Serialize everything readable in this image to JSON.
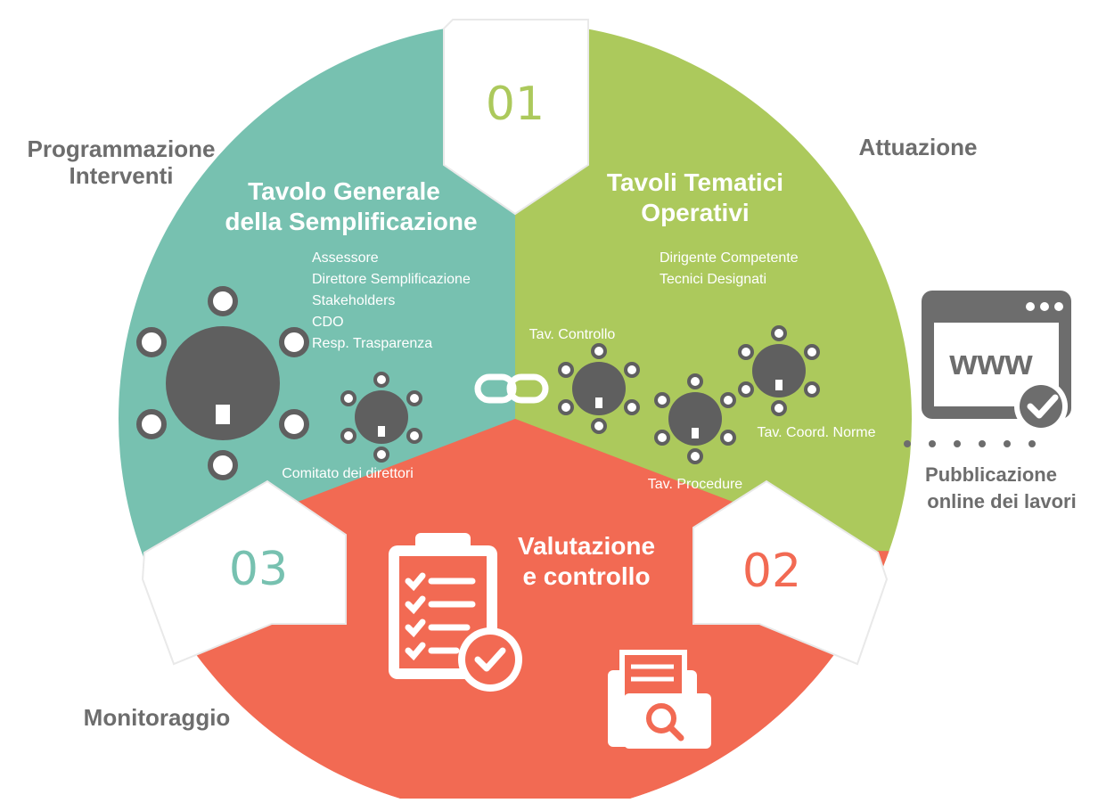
{
  "colors": {
    "teal": "#77c1b0",
    "green": "#acc95c",
    "red": "#f26a53",
    "grey": "#6d6d6d",
    "icon_dark": "#5f5f5f",
    "arrow_fill": "#ffffff"
  },
  "outer_labels": {
    "programmazione_line1": "Programmazione",
    "programmazione_line2": "Interventi",
    "attuazione": "Attuazione",
    "monitoraggio": "Monitoraggio",
    "pubblicazione_line1": "Pubblicazione",
    "pubblicazione_line2": "online dei lavori"
  },
  "browser_icon_text": "www",
  "steps": {
    "step1": "01",
    "step2": "02",
    "step3": "03"
  },
  "segment_teal": {
    "title_line1": "Tavolo Generale",
    "title_line2": "della Semplificazione",
    "members": [
      "Assessore",
      "Direttore Semplificazione",
      "Stakeholders",
      "CDO",
      "Resp. Trasparenza"
    ],
    "committee_label": "Comitato dei direttori"
  },
  "segment_green": {
    "title_line1": "Tavoli Tematici",
    "title_line2": "Operativi",
    "members": [
      "Dirigente Competente",
      "Tecnici Designati"
    ],
    "table_labels": {
      "controllo": "Tav. Controllo",
      "coord_norme": "Tav. Coord. Norme",
      "procedure": "Tav. Procedure"
    }
  },
  "segment_red": {
    "title_line1": "Valutazione",
    "title_line2": "e controllo"
  }
}
